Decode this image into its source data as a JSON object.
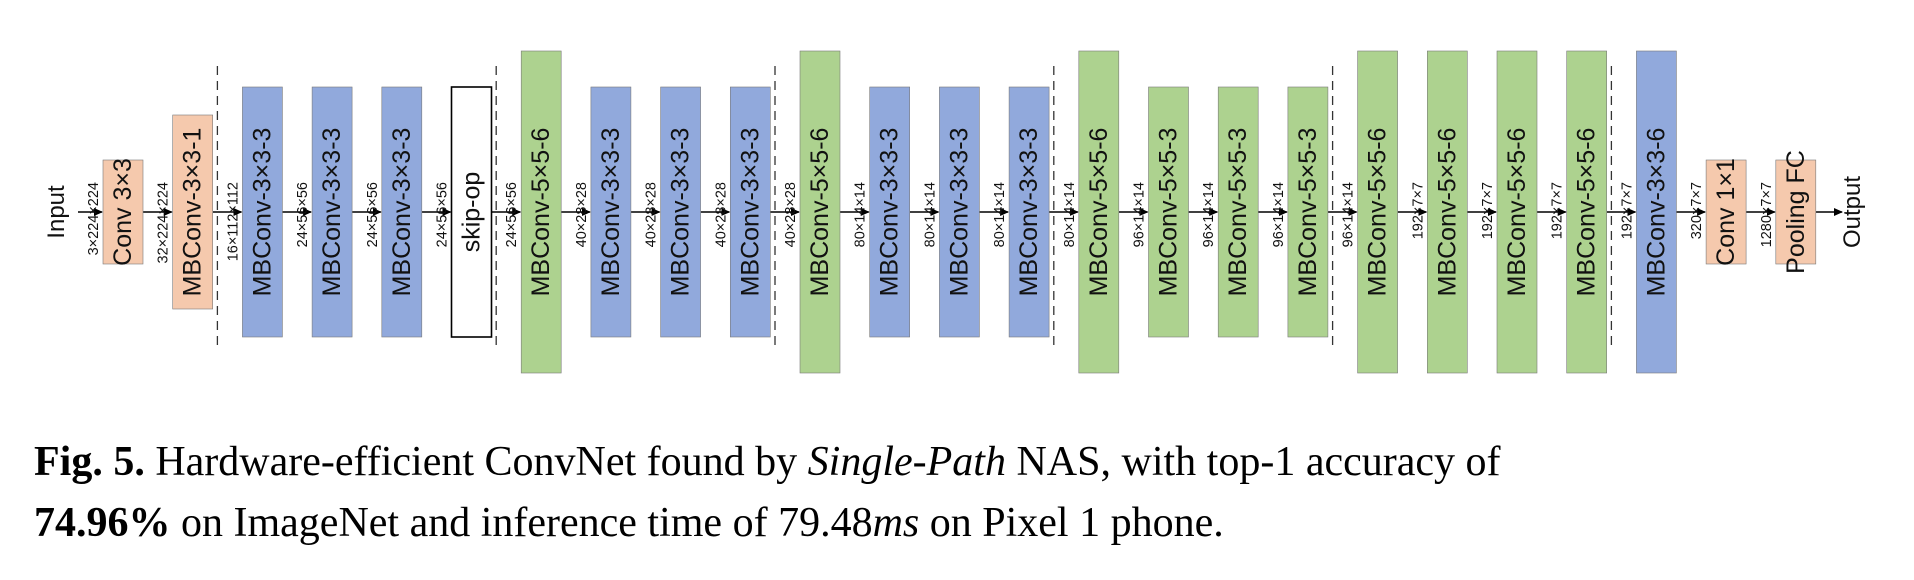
{
  "input_label": "Input",
  "output_label": "Output",
  "colors": {
    "conv": "#f5c9ad",
    "mb3": "#91a9dc",
    "mb5": "#add28f",
    "skip": "#ffffff",
    "edge": "#7a7a7a",
    "arrow": "#000000"
  },
  "blocks": [
    {
      "label": "Conv 3×3",
      "kind": "conv",
      "size": "s",
      "dim": "3×224×224"
    },
    {
      "label": "MBConv-3×3-1",
      "kind": "conv",
      "size": "m",
      "dim": "32×224×224"
    },
    {
      "label": "MBConv-3×3-3",
      "kind": "mb3",
      "size": "l",
      "dim": "16×112×112"
    },
    {
      "label": "MBConv-3×3-3",
      "kind": "mb3",
      "size": "l",
      "dim": "24×56×56"
    },
    {
      "label": "MBConv-3×3-3",
      "kind": "mb3",
      "size": "l",
      "dim": "24×56×56"
    },
    {
      "label": "skip-op",
      "kind": "skip",
      "size": "l",
      "dim": "24×56×56"
    },
    {
      "label": "MBConv-5×5-6",
      "kind": "mb5",
      "size": "xl",
      "dim": "24×56×56"
    },
    {
      "label": "MBConv-3×3-3",
      "kind": "mb3",
      "size": "l",
      "dim": "40×28×28"
    },
    {
      "label": "MBConv-3×3-3",
      "kind": "mb3",
      "size": "l",
      "dim": "40×28×28"
    },
    {
      "label": "MBConv-3×3-3",
      "kind": "mb3",
      "size": "l",
      "dim": "40×28×28"
    },
    {
      "label": "MBConv-5×5-6",
      "kind": "mb5",
      "size": "xl",
      "dim": "40×28×28"
    },
    {
      "label": "MBConv-3×3-3",
      "kind": "mb3",
      "size": "l",
      "dim": "80×14×14"
    },
    {
      "label": "MBConv-3×3-3",
      "kind": "mb3",
      "size": "l",
      "dim": "80×14×14"
    },
    {
      "label": "MBConv-3×3-3",
      "kind": "mb3",
      "size": "l",
      "dim": "80×14×14"
    },
    {
      "label": "MBConv-5×5-6",
      "kind": "mb5",
      "size": "xl",
      "dim": "80×14×14"
    },
    {
      "label": "MBConv-5×5-3",
      "kind": "mb5",
      "size": "l",
      "dim": "96×14×14"
    },
    {
      "label": "MBConv-5×5-3",
      "kind": "mb5",
      "size": "l",
      "dim": "96×14×14"
    },
    {
      "label": "MBConv-5×5-3",
      "kind": "mb5",
      "size": "l",
      "dim": "96×14×14"
    },
    {
      "label": "MBConv-5×5-6",
      "kind": "mb5",
      "size": "xl",
      "dim": "96×14×14"
    },
    {
      "label": "MBConv-5×5-6",
      "kind": "mb5",
      "size": "xl",
      "dim": "192×7×7"
    },
    {
      "label": "MBConv-5×5-6",
      "kind": "mb5",
      "size": "xl",
      "dim": "192×7×7"
    },
    {
      "label": "MBConv-5×5-6",
      "kind": "mb5",
      "size": "xl",
      "dim": "192×7×7"
    },
    {
      "label": "MBConv-3×3-6",
      "kind": "mb3",
      "size": "xl",
      "dim": "192×7×7"
    },
    {
      "label": "Conv 1×1",
      "kind": "conv",
      "size": "s",
      "dim": "320×7×7"
    },
    {
      "label": "Pooling FC",
      "kind": "conv",
      "size": "s",
      "dim": "1280×7×7"
    }
  ],
  "stage_dividers_before": [
    2,
    6,
    10,
    14,
    18,
    22
  ],
  "caption": {
    "fig_label": "Fig. 5.",
    "part1": " Hardware-efficient ConvNet found by ",
    "method": "Single-Path",
    "part2": " NAS, with top-1 accuracy of",
    "accuracy": "74.96%",
    "part3": " on ImageNet and inference time of 79.48",
    "unit": "ms",
    "part4": " on Pixel 1 phone."
  }
}
